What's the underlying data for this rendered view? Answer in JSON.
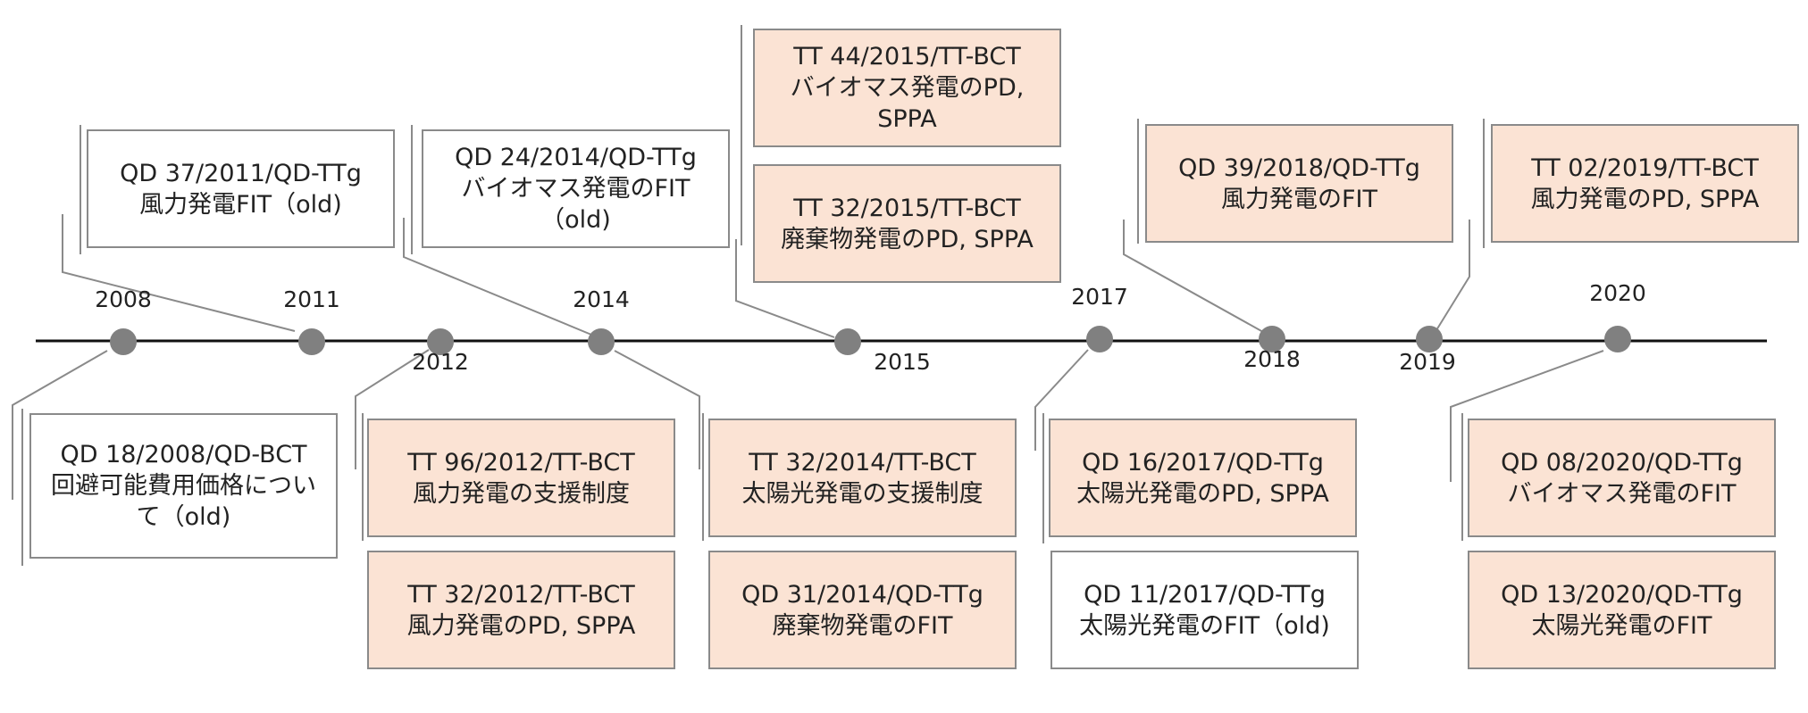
{
  "years": [
    {
      "id": "y2008",
      "label": "2008"
    },
    {
      "id": "y2011",
      "label": "2011"
    },
    {
      "id": "y2012",
      "label": "2012"
    },
    {
      "id": "y2014",
      "label": "2014"
    },
    {
      "id": "y2015",
      "label": "2015"
    },
    {
      "id": "y2017",
      "label": "2017"
    },
    {
      "id": "y2018",
      "label": "2018"
    },
    {
      "id": "y2019",
      "label": "2019"
    },
    {
      "id": "y2020",
      "label": "2020"
    }
  ],
  "docs": [
    {
      "id": "d2008",
      "lines": [
        "QD 18/2008/QD-BCT",
        "回避可能費用価格につい",
        "て（old)"
      ],
      "style": "plain"
    },
    {
      "id": "d2011",
      "lines": [
        "QD 37/2011/QD-TTg",
        "風力発電FIT（old)"
      ],
      "style": "plain"
    },
    {
      "id": "d2012a",
      "lines": [
        "TT 96/2012/TT-BCT",
        "風力発電の支援制度"
      ],
      "style": "filled"
    },
    {
      "id": "d2012b",
      "lines": [
        "TT 32/2012/TT-BCT",
        "風力発電のPD, SPPA"
      ],
      "style": "filled"
    },
    {
      "id": "d2014a",
      "lines": [
        "QD 24/2014/QD-TTg",
        "バイオマス発電のFIT",
        "（old)"
      ],
      "style": "plain"
    },
    {
      "id": "d2014b",
      "lines": [
        "TT 32/2014/TT-BCT",
        "太陽光発電の支援制度"
      ],
      "style": "filled"
    },
    {
      "id": "d2014c",
      "lines": [
        "QD 31/2014/QD-TTg",
        "廃棄物発電のFIT"
      ],
      "style": "filled"
    },
    {
      "id": "d2015a",
      "lines": [
        "TT 44/2015/TT-BCT",
        "バイオマス発電のPD,",
        "SPPA"
      ],
      "style": "filled"
    },
    {
      "id": "d2015b",
      "lines": [
        "TT 32/2015/TT-BCT",
        "廃棄物発電のPD, SPPA"
      ],
      "style": "filled"
    },
    {
      "id": "d2017a",
      "lines": [
        "QD 16/2017/QD-TTg",
        "太陽光発電のPD, SPPA"
      ],
      "style": "filled"
    },
    {
      "id": "d2017b",
      "lines": [
        "QD 11/2017/QD-TTg",
        "太陽光発電のFIT（old)"
      ],
      "style": "plain"
    },
    {
      "id": "d2018",
      "lines": [
        "QD 39/2018/QD-TTg",
        "風力発電のFIT"
      ],
      "style": "filled"
    },
    {
      "id": "d2019",
      "lines": [
        "TT 02/2019/TT-BCT",
        "風力発電のPD, SPPA"
      ],
      "style": "filled"
    },
    {
      "id": "d2020a",
      "lines": [
        "QD 08/2020/QD-TTg",
        "バイオマス発電のFIT"
      ],
      "style": "filled"
    },
    {
      "id": "d2020b",
      "lines": [
        "QD 13/2020/QD-TTg",
        "太陽光発電のFIT"
      ],
      "style": "filled"
    }
  ],
  "colors": {
    "filled_fill": "#fbe3d4",
    "plain_fill": "#ffffff",
    "box_border": "#8a8a8a",
    "connector": "#8a8a8a",
    "axis": "#111111",
    "dot": "#808080"
  }
}
